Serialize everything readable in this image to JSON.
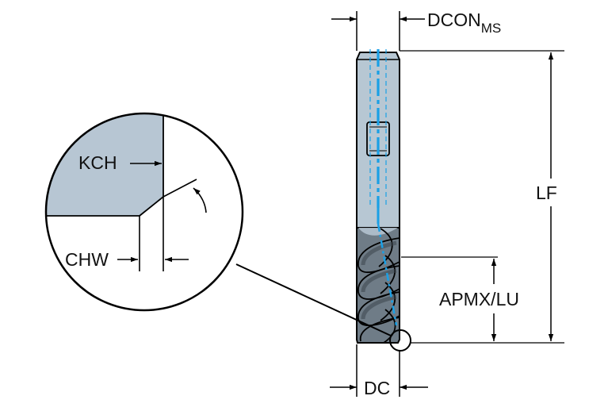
{
  "diagram": {
    "labels": {
      "dcon": "DCON",
      "dcon_sub": "MS",
      "lf": "LF",
      "apmx_lu": "APMX/LU",
      "dc": "DC",
      "kch": "KCH",
      "chw": "CHW"
    },
    "colors": {
      "shank_fill": "#b7c7d3",
      "flute_fill": "#6f7c87",
      "flute_dark": "#3b444c",
      "detail_fill": "#b7c6d3",
      "coolant_line": "#1aa0e6",
      "line": "#000000"
    }
  }
}
